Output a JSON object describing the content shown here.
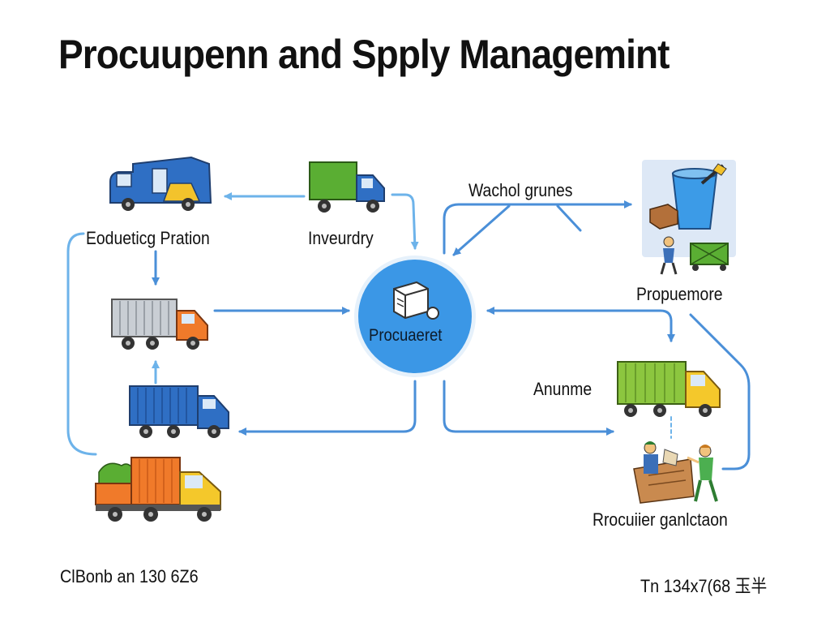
{
  "title": "Procuupenn and Spply Managemint",
  "nodes": {
    "top_left": {
      "label": "Eodueticg Pration",
      "icon": "garbage-truck-icon"
    },
    "top_middle": {
      "label": "Inveurdry",
      "icon": "green-delivery-truck-icon"
    },
    "center": {
      "label": "Procuaeret",
      "icon": "boxes-icon",
      "color": "#3b97e6"
    },
    "top_right": {
      "label": "Wachol grunes",
      "icon": "bucket-worker-icon"
    },
    "right_top": {
      "label": "Propuemore",
      "icon": "worker-cart-icon"
    },
    "right_middle": {
      "label": "Anunme",
      "icon": "yellow-truck-icon"
    },
    "right_bottom": {
      "label": "Rrocuiier ganlctaon",
      "icon": "workers-boxes-icon"
    },
    "left_middle": {
      "label": "",
      "icon": "orange-container-truck-icon"
    },
    "left_lower": {
      "label": "",
      "icon": "blue-container-truck-icon"
    },
    "left_bottom": {
      "label": "",
      "icon": "orange-cargo-truck-icon"
    }
  },
  "footer": {
    "left": "ClBonb an 130 6Z6",
    "right": "Tn 134x7(68 玉半"
  },
  "colors": {
    "arrow": "#4a8fd8",
    "arrow_light": "#6db3ea",
    "hub": "#3b97e6",
    "text": "#111111"
  }
}
